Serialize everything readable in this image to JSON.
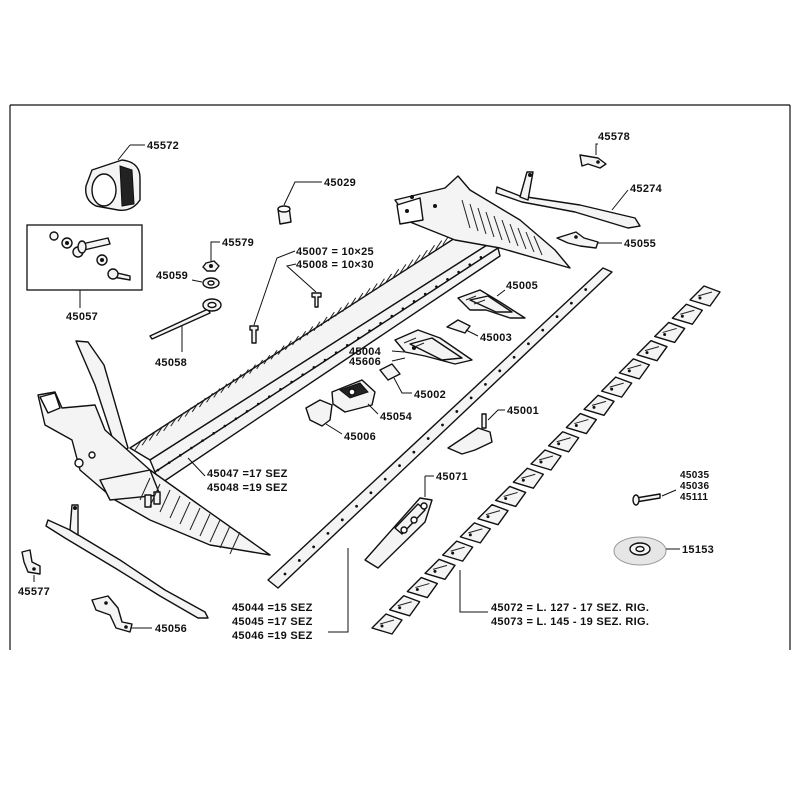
{
  "diagram": {
    "labels": {
      "l45572": "45572",
      "l45029": "45029",
      "l45578": "45578",
      "l45274": "45274",
      "l45055": "45055",
      "l45579": "45579",
      "l45007": "45007 = 10×25",
      "l45008": "45008 = 10×30",
      "l45059": "45059",
      "l45057": "45057",
      "l45005": "45005",
      "l45003": "45003",
      "l45058": "45058",
      "l45004": "45004",
      "l45606": "45606",
      "l45002": "45002",
      "l45054": "45054",
      "l45001": "45001",
      "l45006": "45006",
      "l45035": "45035",
      "l45036": "45036",
      "l45111": "45111",
      "l45071": "45071",
      "l45047": "45047 =17 SEZ",
      "l45048": "45048 =19 SEZ",
      "l15153": "15153",
      "l45577": "45577",
      "l45044": "45044 =15 SEZ",
      "l45045": "45045 =17 SEZ",
      "l45046": "45046 =19 SEZ",
      "l45072": "45072 = L. 127 - 17 SEZ. RIG.",
      "l45073": "45073 = L. 145 - 19 SEZ. RIG.",
      "l45056": "45056"
    }
  }
}
